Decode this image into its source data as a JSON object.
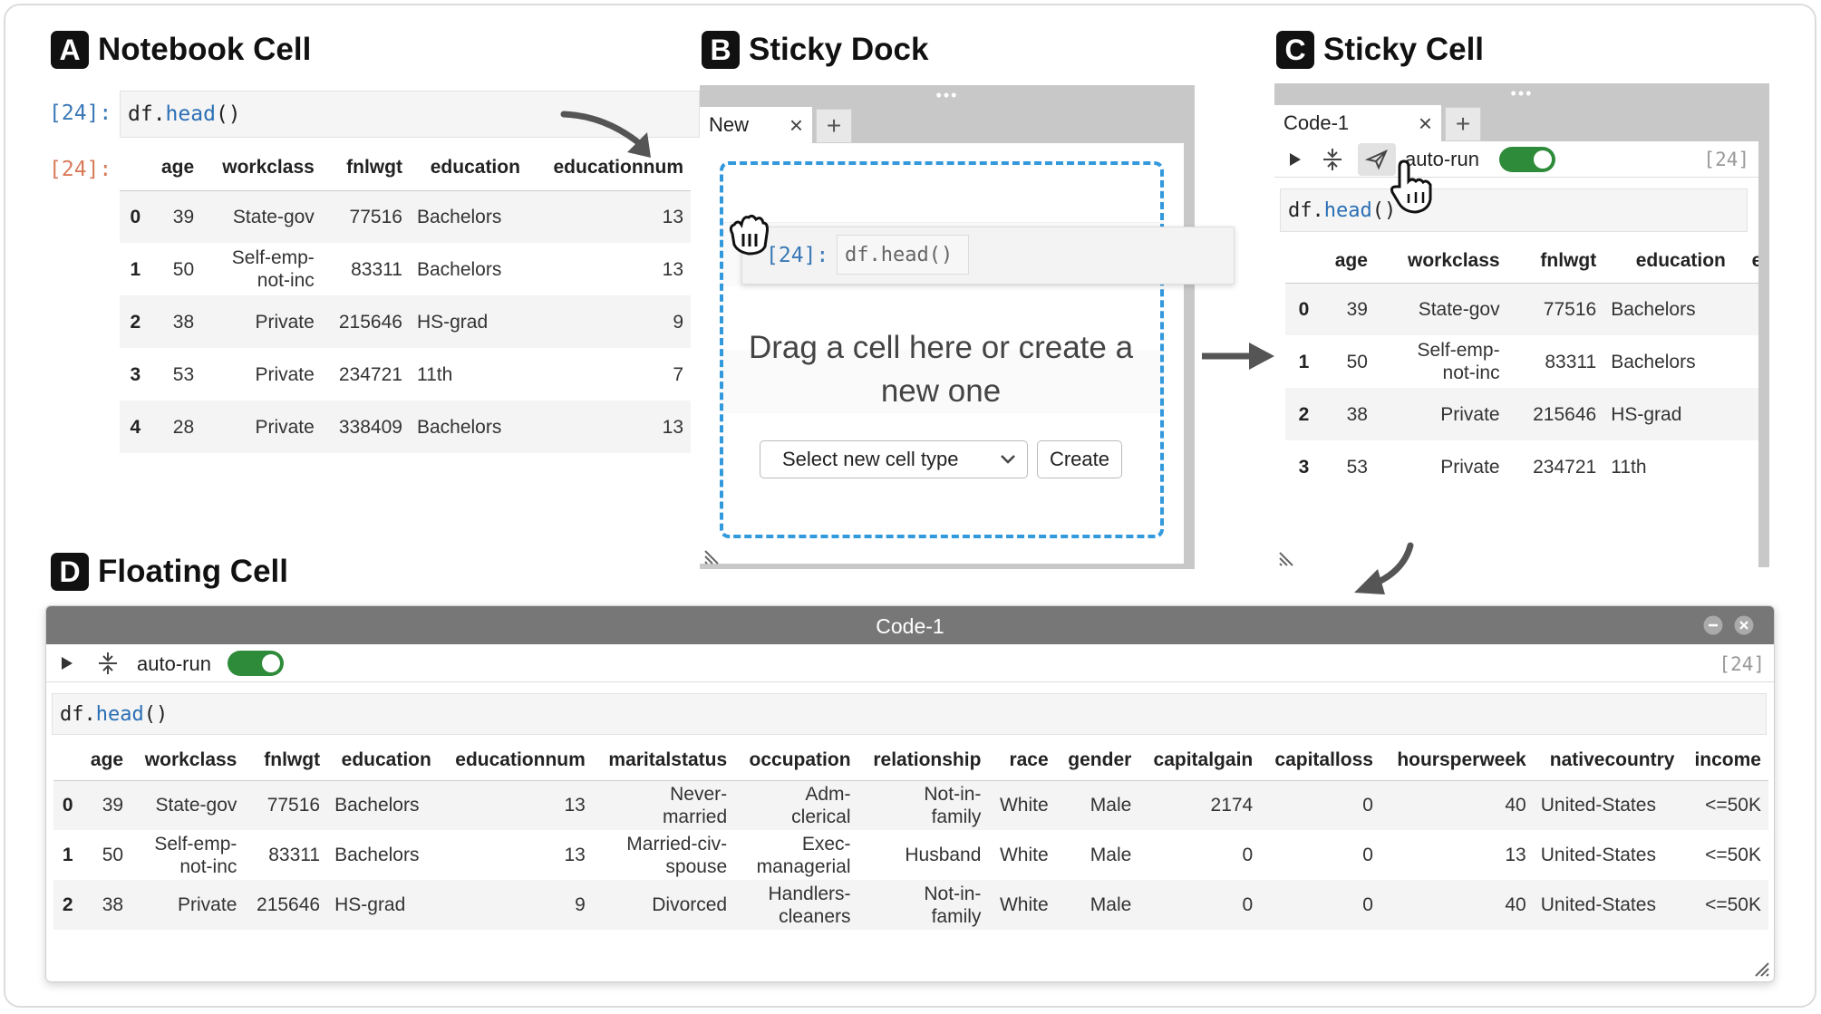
{
  "panels": {
    "a": {
      "badge": "A",
      "title": "Notebook Cell"
    },
    "b": {
      "badge": "B",
      "title": "Sticky Dock"
    },
    "c": {
      "badge": "C",
      "title": "Sticky Cell"
    },
    "d": {
      "badge": "D",
      "title": "Floating Cell"
    }
  },
  "notebook": {
    "in_prompt": "[24]:",
    "out_prompt": "[24]:",
    "code_prefix": "df.",
    "code_fn": "head",
    "code_suffix": "()",
    "headers": [
      "",
      "age",
      "workclass",
      "fnlwgt",
      "education",
      "educationnum"
    ],
    "rows": [
      [
        "0",
        "39",
        "State-gov",
        "77516",
        "Bachelors",
        "13"
      ],
      [
        "1",
        "50",
        "Self-emp-not-inc",
        "83311",
        "Bachelors",
        "13"
      ],
      [
        "2",
        "38",
        "Private",
        "215646",
        "HS-grad",
        "9"
      ],
      [
        "3",
        "53",
        "Private",
        "234721",
        "11th",
        "7"
      ],
      [
        "4",
        "28",
        "Private",
        "338409",
        "Bachelors",
        "13"
      ]
    ]
  },
  "dock": {
    "tab_label": "New",
    "close": "×",
    "plus": "+",
    "drag_prompt": "[24]:",
    "drag_code": "df.head()",
    "message": "Drag a cell here or create a new one",
    "select_label": "Select new cell type",
    "create_label": "Create"
  },
  "sticky": {
    "tab_label": "Code-1",
    "close": "×",
    "plus": "+",
    "autorun_label": "auto-run",
    "exec_count": "[24]",
    "code_prefix": "df.",
    "code_fn": "head",
    "code_suffix": "()",
    "headers": [
      "",
      "age",
      "workclass",
      "fnlwgt",
      "education",
      "edu"
    ],
    "rows": [
      [
        "0",
        "39",
        "State-gov",
        "77516",
        "Bachelors",
        ""
      ],
      [
        "1",
        "50",
        "Self-emp-not-inc",
        "83311",
        "Bachelors",
        ""
      ],
      [
        "2",
        "38",
        "Private",
        "215646",
        "HS-grad",
        ""
      ],
      [
        "3",
        "53",
        "Private",
        "234721",
        "11th",
        ""
      ]
    ]
  },
  "floating": {
    "window_title": "Code-1",
    "autorun_label": "auto-run",
    "exec_count": "[24]",
    "code_prefix": "df.",
    "code_fn": "head",
    "code_suffix": "()",
    "headers": [
      "",
      "age",
      "workclass",
      "fnlwgt",
      "education",
      "educationnum",
      "maritalstatus",
      "occupation",
      "relationship",
      "race",
      "gender",
      "capitalgain",
      "capitalloss",
      "hoursperweek",
      "nativecountry",
      "income"
    ],
    "rows": [
      [
        "0",
        "39",
        "State-gov",
        "77516",
        "Bachelors",
        "13",
        "Never-married",
        "Adm-clerical",
        "Not-in-family",
        "White",
        "Male",
        "2174",
        "0",
        "40",
        "United-States",
        "<=50K"
      ],
      [
        "1",
        "50",
        "Self-emp-not-inc",
        "83311",
        "Bachelors",
        "13",
        "Married-civ-spouse",
        "Exec-managerial",
        "Husband",
        "White",
        "Male",
        "0",
        "0",
        "13",
        "United-States",
        "<=50K"
      ],
      [
        "2",
        "38",
        "Private",
        "215646",
        "HS-grad",
        "9",
        "Divorced",
        "Handlers-cleaners",
        "Not-in-family",
        "White",
        "Male",
        "0",
        "0",
        "40",
        "United-States",
        "<=50K"
      ]
    ]
  },
  "colors": {
    "accent_blue": "#3399dd",
    "toggle_green": "#2e8b3a",
    "prompt_blue": "#3a78b6",
    "prompt_orange": "#d87b5a"
  }
}
